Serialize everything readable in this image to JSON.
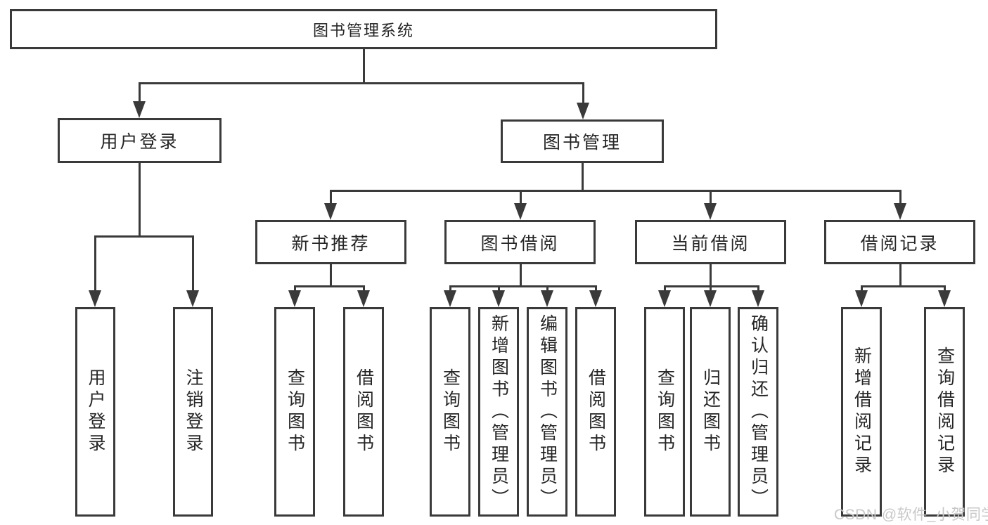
{
  "tree": {
    "root": {
      "label": "图书管理系统",
      "children": [
        {
          "label": "用户登录",
          "children": [
            {
              "label": "用户登录"
            },
            {
              "label": "注销登录"
            }
          ]
        },
        {
          "label": "图书管理",
          "children": [
            {
              "label": "新书推荐",
              "children": [
                {
                  "label": "查询图书"
                },
                {
                  "label": "借阅图书"
                }
              ]
            },
            {
              "label": "图书借阅",
              "children": [
                {
                  "label": "查询图书"
                },
                {
                  "label": "新增图书（管理员）"
                },
                {
                  "label": "编辑图书（管理员）"
                },
                {
                  "label": "借阅图书"
                }
              ]
            },
            {
              "label": "当前借阅",
              "children": [
                {
                  "label": "查询图书"
                },
                {
                  "label": "归还图书"
                },
                {
                  "label": "确认归还（管理员）"
                }
              ]
            },
            {
              "label": "借阅记录",
              "children": [
                {
                  "label": "新增借阅记录"
                },
                {
                  "label": "查询借阅记录"
                }
              ]
            }
          ]
        }
      ]
    }
  },
  "watermark": {
    "text": "CSDN @软件_小贺同学"
  },
  "colors": {
    "line": "#3a3a3a",
    "text": "#262626",
    "watermark": "#c8c8c8",
    "background": "#ffffff"
  }
}
